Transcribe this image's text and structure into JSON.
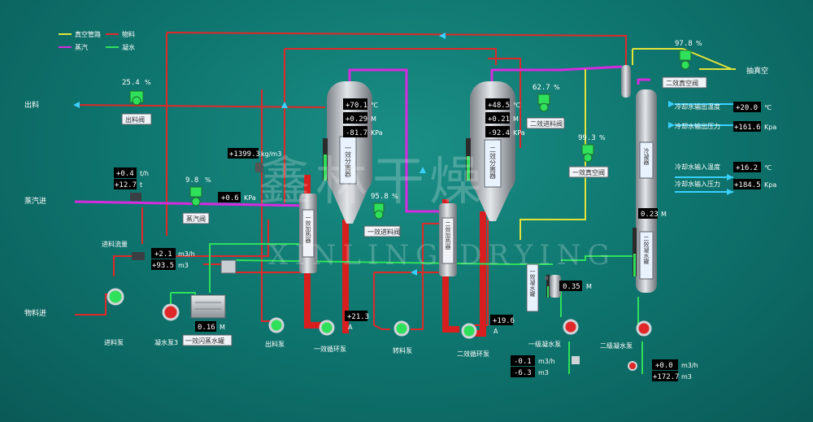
{
  "legend": {
    "vacuum": {
      "label": "真空管路",
      "color": "#e3e33a"
    },
    "material": {
      "label": "物料",
      "color": "#e02828"
    },
    "steam": {
      "label": "蒸汽",
      "color": "#d62adf"
    },
    "water": {
      "label": "凝水",
      "color": "#2ee05a"
    }
  },
  "inlets_outlets": {
    "discharge": "出料",
    "steam_in": "蒸汽进",
    "feed_in": "物料进",
    "vacuum_out": "抽真空"
  },
  "valves": {
    "discharge": {
      "pct": "25.4",
      "unit": "%",
      "label": "出料阀"
    },
    "steam": {
      "pct": "9.8",
      "unit": "%",
      "label": "蒸汽阀"
    },
    "first_stage_feed": {
      "pct": "95.8",
      "unit": "%",
      "label": "一效进料阀"
    },
    "second_stage_feed": {
      "pct": "62.7",
      "unit": "%",
      "label": "二效进料阀"
    },
    "first_stage_vacuum": {
      "pct": "99.3",
      "unit": "%",
      "label": "一效真空阀"
    },
    "second_stage_vacuum": {
      "pct": "97.8",
      "unit": "%",
      "label": "二效真空阀"
    }
  },
  "steam_flow": {
    "flow": "+0.4",
    "flow_unit": "t/h",
    "total": "+12.7",
    "total_unit": "t",
    "pressure": "+0.6",
    "pressure_unit": "KPa"
  },
  "density": {
    "value": "+1399.3",
    "unit": "kg/m3"
  },
  "feed_flow": {
    "label": "进料流量",
    "flow": "+2.1",
    "flow_unit": "m3/h",
    "total": "+93.5",
    "total_unit": "m3"
  },
  "effect1": {
    "name": "一效分离器",
    "heater": "一效加热器",
    "temp": "+70.1",
    "temp_unit": "℃",
    "level": "+0.29",
    "level_unit": "M",
    "press": "-81.7",
    "press_unit": "KPa"
  },
  "effect2": {
    "name": "二效分离器",
    "heater": "二效加热器",
    "temp": "+48.5",
    "temp_unit": "℃",
    "level": "+0.21",
    "level_unit": "M",
    "press": "-92.4",
    "press_unit": "KPa"
  },
  "condenser": {
    "name": "冷凝器",
    "level": "0.23",
    "level_unit": "M",
    "tank_label": "二效凝水罐",
    "out_temp_label": "冷却水输出温度",
    "out_temp": "+20.0",
    "out_temp_unit": "℃",
    "out_press_label": "冷却水输出压力",
    "out_press": "+161.6",
    "out_press_unit": "Kpa",
    "in_temp_label": "冷却水输入温度",
    "in_temp": "+16.2",
    "in_temp_unit": "℃",
    "in_press_label": "冷却水输入压力",
    "in_press": "+184.5",
    "in_press_unit": "Kpa"
  },
  "first_condensate_tank": {
    "name": "一效凝水罐",
    "level": "0.35",
    "level_unit": "M"
  },
  "flash_tank": {
    "name": "一效闪蒸水罐",
    "level": "0.16",
    "level_unit": "M"
  },
  "pumps": {
    "feed": "进料泵",
    "water3": "凝水泵3",
    "discharge": "出料泵",
    "circ1": "一效循环泵",
    "circ1_current": "+21.3",
    "circ1_current_unit": "A",
    "transfer": "转料泵",
    "circ2": "二效循环泵",
    "circ2_current": "+19.6",
    "circ2_current_unit": "A",
    "water1": "一级凝水泵",
    "water2": "二级凝水泵"
  },
  "water1_flow": {
    "flow": "-0.1",
    "flow_unit": "m3/h",
    "total": "-6.3",
    "total_unit": "m3"
  },
  "water2_flow": {
    "flow": "+0.0",
    "flow_unit": "m3/h",
    "total": "+172.7",
    "total_unit": "m3"
  },
  "watermark": {
    "cn": "鑫林干燥",
    "en": "XINLING DRYING"
  }
}
